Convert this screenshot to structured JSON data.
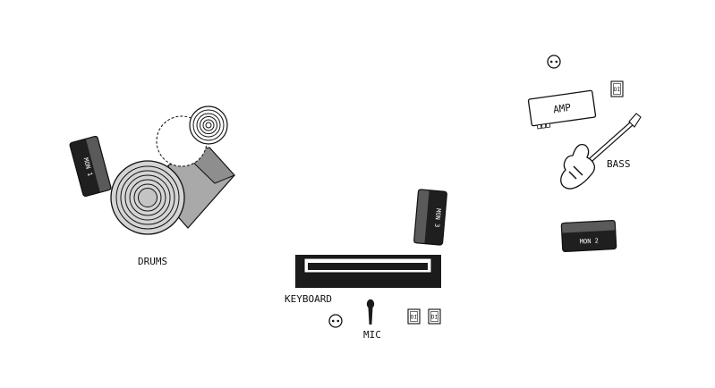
{
  "labels": {
    "drums": "DRUMS",
    "keyboard": "KEYBOARD",
    "mic": "MIC",
    "bass": "BASS",
    "amp": "AMP"
  },
  "monitors": {
    "mon1": "MON 1",
    "mon2": "MON 2",
    "mon3": "MON 3"
  },
  "di_boxes": {
    "di_bass": "DI",
    "di_keys_1": "DI",
    "di_keys_2": "DI"
  },
  "icons": {
    "power": "power-outlet-icon",
    "mic": "microphone-icon",
    "bass": "bass-guitar-icon",
    "drums": "drum-kit-icon",
    "keyboard": "keyboard-icon"
  },
  "colors": {
    "ink": "#111111",
    "monitor_dark": "#1f1f1f",
    "monitor_light": "#5a5a5a",
    "drum_gray": "#cfcfcf",
    "stand_gray": "#a8a8a8"
  }
}
